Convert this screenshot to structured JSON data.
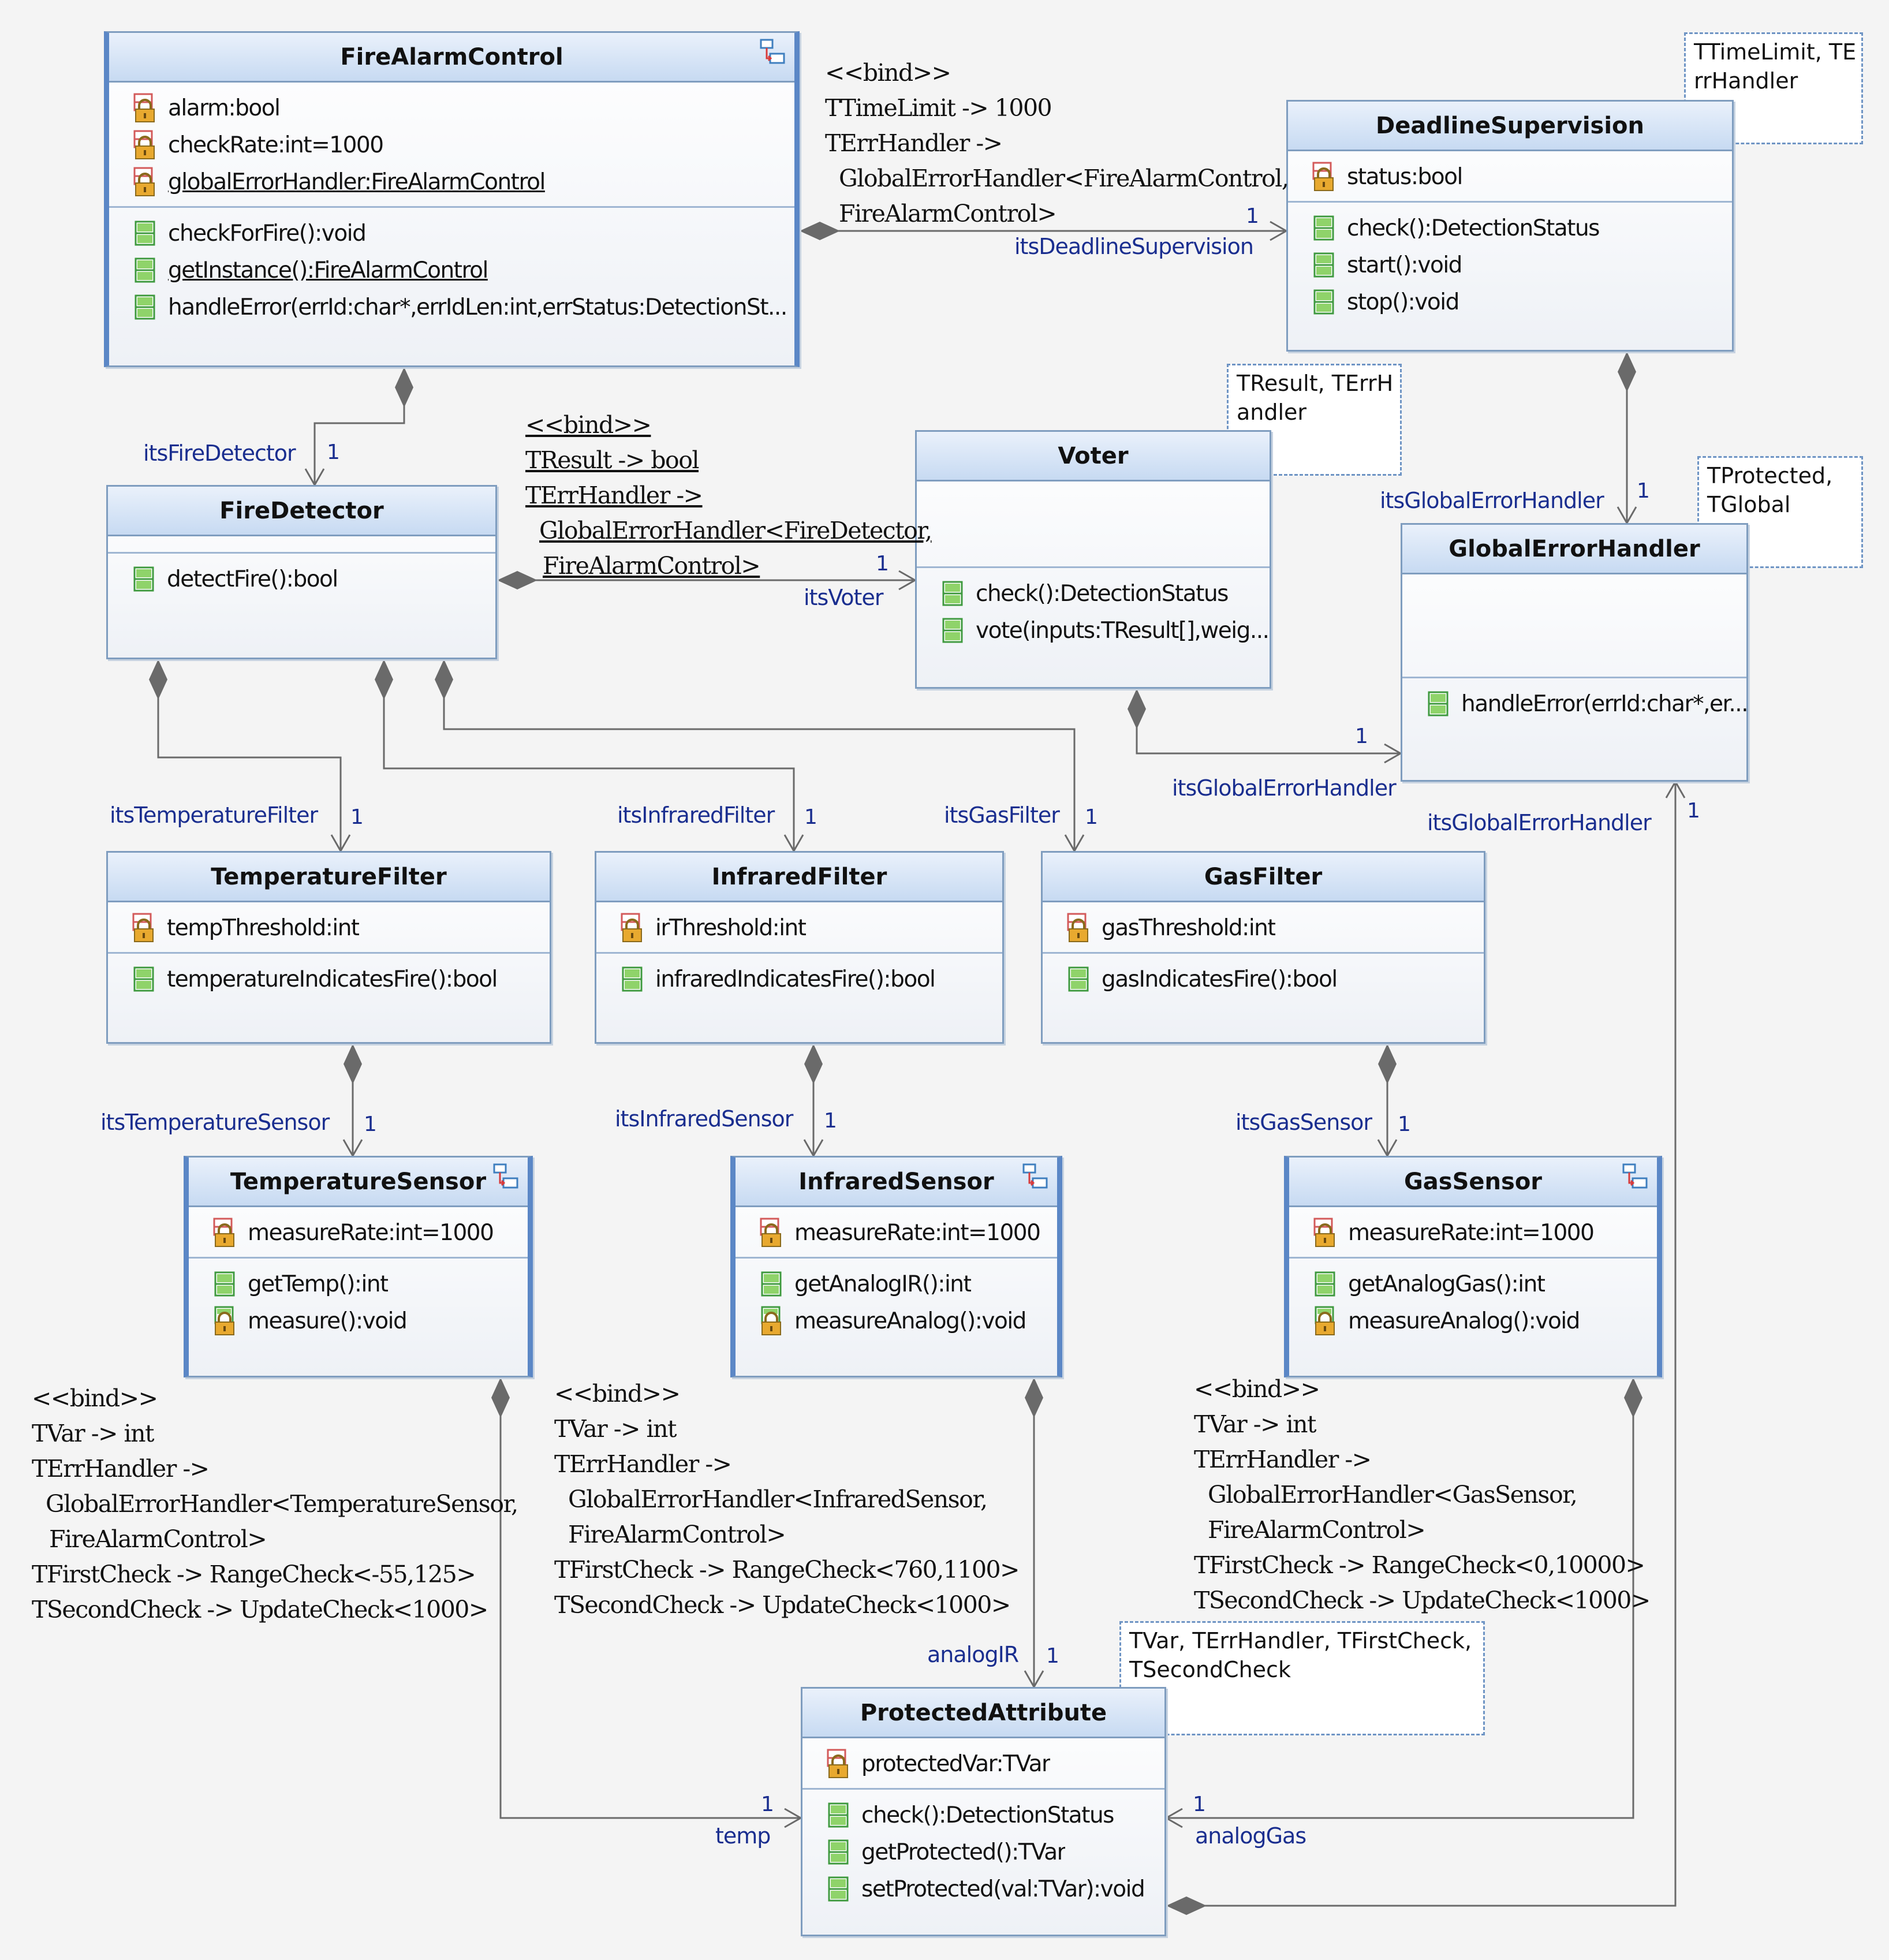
{
  "classes": {
    "fire_alarm_control": {
      "name": "FireAlarmControl",
      "attributes": [
        "alarm:bool",
        "checkRate:int=1000",
        "globalErrorHandler:FireAlarmControl"
      ],
      "operations": [
        "checkForFire():void",
        "getInstance():FireAlarmControl",
        "handleError(errId:char*,errIdLen:int,errStatus:DetectionSt..."
      ]
    },
    "deadline_supervision": {
      "name": "DeadlineSupervision",
      "attributes": [
        "status:bool"
      ],
      "operations": [
        "check():DetectionStatus",
        "start():void",
        "stop():void"
      ]
    },
    "fire_detector": {
      "name": "FireDetector",
      "attributes": [],
      "operations": [
        "detectFire():bool"
      ]
    },
    "voter": {
      "name": "Voter",
      "attributes": [],
      "operations": [
        "check():DetectionStatus",
        "vote(inputs:TResult[],weig..."
      ]
    },
    "global_error_handler": {
      "name": "GlobalErrorHandler",
      "attributes": [],
      "operations": [
        "handleError(errId:char*,er..."
      ]
    },
    "temperature_filter": {
      "name": "TemperatureFilter",
      "attributes": [
        "tempThreshold:int"
      ],
      "operations": [
        "temperatureIndicatesFire():bool"
      ]
    },
    "infrared_filter": {
      "name": "InfraredFilter",
      "attributes": [
        "irThreshold:int"
      ],
      "operations": [
        "infraredIndicatesFire():bool"
      ]
    },
    "gas_filter": {
      "name": "GasFilter",
      "attributes": [
        "gasThreshold:int"
      ],
      "operations": [
        "gasIndicatesFire():bool"
      ]
    },
    "temperature_sensor": {
      "name": "TemperatureSensor",
      "attributes": [
        "measureRate:int=1000"
      ],
      "operations": [
        "getTemp():int",
        "measure():void"
      ]
    },
    "infrared_sensor": {
      "name": "InfraredSensor",
      "attributes": [
        "measureRate:int=1000"
      ],
      "operations": [
        "getAnalogIR():int",
        "measureAnalog():void"
      ]
    },
    "gas_sensor": {
      "name": "GasSensor",
      "attributes": [
        "measureRate:int=1000"
      ],
      "operations": [
        "getAnalogGas():int",
        "measureAnalog():void"
      ]
    },
    "protected_attribute": {
      "name": "ProtectedAttribute",
      "attributes": [
        "protectedVar:TVar"
      ],
      "operations": [
        "check():DetectionStatus",
        "getProtected():TVar",
        "setProtected(val:TVar):void"
      ]
    }
  },
  "template_params": {
    "deadline_supervision": [
      "TTimeLimit, TE",
      "rrHandler"
    ],
    "voter": [
      "TResult, TErrH",
      "andler"
    ],
    "global_error_handler": [
      "TProtected,",
      "TGlobal"
    ],
    "protected_attribute": [
      "TVar, TErrHandler, TFirstCheck,",
      "TSecondCheck"
    ]
  },
  "bindings": {
    "deadline_supervision": [
      "<<bind>>",
      "TTimeLimit -> 1000",
      "TErrHandler ->",
      "  GlobalErrorHandler<FireAlarmControl,",
      "  FireAlarmControl>"
    ],
    "voter": [
      "<<bind>>",
      "TResult -> bool",
      "TErrHandler ->",
      "  GlobalErrorHandler<FireDetector,",
      "  FireAlarmControl>"
    ],
    "temperature_sensor": [
      "<<bind>>",
      "TVar -> int",
      "TErrHandler ->",
      "  GlobalErrorHandler<TemperatureSensor,",
      "  FireAlarmControl>",
      "TFirstCheck -> RangeCheck<-55,125>",
      "TSecondCheck -> UpdateCheck<1000>"
    ],
    "infrared_sensor": [
      "<<bind>>",
      "TVar -> int",
      "TErrHandler ->",
      "  GlobalErrorHandler<InfraredSensor,",
      "  FireAlarmControl>",
      "TFirstCheck -> RangeCheck<760,1100>",
      "TSecondCheck -> UpdateCheck<1000>"
    ],
    "gas_sensor": [
      "<<bind>>",
      "TVar -> int",
      "TErrHandler ->",
      "  GlobalErrorHandler<GasSensor,",
      "  FireAlarmControl>",
      "TFirstCheck -> RangeCheck<0,10000>",
      "TSecondCheck -> UpdateCheck<1000>"
    ]
  },
  "associations": {
    "its_deadline_supervision": "itsDeadlineSupervision",
    "its_fire_detector": "itsFireDetector",
    "its_voter": "itsVoter",
    "its_global_error_handler_ds": "itsGlobalErrorHandler",
    "its_global_error_handler_voter": "itsGlobalErrorHandler",
    "its_global_error_handler_pa": "itsGlobalErrorHandler",
    "its_temperature_filter": "itsTemperatureFilter",
    "its_infrared_filter": "itsInfraredFilter",
    "its_gas_filter": "itsGasFilter",
    "its_temperature_sensor": "itsTemperatureSensor",
    "its_infrared_sensor": "itsInfraredSensor",
    "its_gas_sensor": "itsGasSensor",
    "analog_ir": "analogIR",
    "temp": "temp",
    "analog_gas": "analogGas",
    "multiplicity": "1"
  },
  "colors": {
    "class_border": "#7f9dbf",
    "class_header": "#c7daf2",
    "role_label": "#1a2e8f",
    "template_border": "#6e94c4",
    "edge": "#6a6a6a"
  }
}
